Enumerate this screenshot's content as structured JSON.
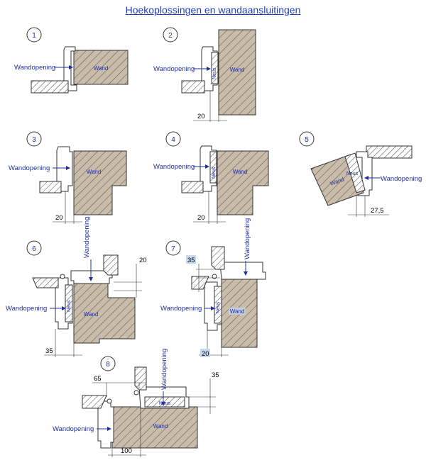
{
  "title": "Hoekoplossingen en wandaansluitingen",
  "colors": {
    "label": "#1f2f9f",
    "wall_fill": "#c9bcaa",
    "line": "#2a2a2a",
    "highlight": "#c5d9f1"
  },
  "details": [
    {
      "number": "1",
      "opening_label": "Wandopening",
      "wall_label": "Wand"
    },
    {
      "number": "2",
      "opening_label": "Wandopening",
      "wall_label": "Wand",
      "nose_label": "Neus",
      "dimension": "20"
    },
    {
      "number": "3",
      "opening_label": "Wandopening",
      "wall_label": "Wand",
      "dimension": "20"
    },
    {
      "number": "4",
      "opening_label": "Wandopening",
      "wall_label": "Wand",
      "nose_label": "Neus",
      "dimension": "20"
    },
    {
      "number": "5",
      "opening_label": "Wandopening",
      "wall_label": "Wand",
      "nose_label": "Neus",
      "dimension": "27,5"
    },
    {
      "number": "6",
      "opening_label": "Wandopening",
      "wall_label": "Wand",
      "nose_label": "Neus",
      "dimension_top": "20",
      "dimension_bottom": "35"
    },
    {
      "number": "7",
      "opening_label": "Wandopening",
      "wall_label": "Wand",
      "nose_label": "Neus",
      "dimension_top": "35",
      "dimension_bottom": "20"
    },
    {
      "number": "8",
      "opening_label": "Wandopening",
      "wall_label": "Wand",
      "nose_label": "Neus",
      "dimension_left": "65",
      "dimension_right": "35",
      "dimension_bottom": "100"
    }
  ]
}
